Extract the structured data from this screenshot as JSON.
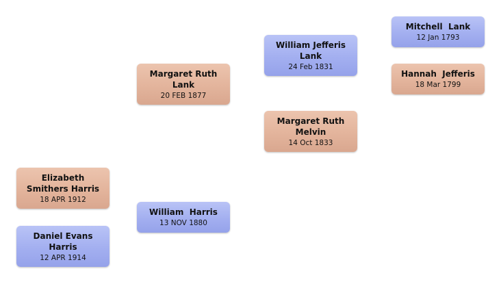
{
  "people": {
    "elizabeth": {
      "name": "Elizabeth Smithers Harris",
      "date": "18 APR 1912"
    },
    "daniel": {
      "name": "Daniel Evans Harris",
      "date": "12 APR 1914"
    },
    "margaret_lank": {
      "name": "Margaret Ruth Lank",
      "date": "20 FEB 1877"
    },
    "william_harris": {
      "name": "William  Harris",
      "date": "13 NOV 1880"
    },
    "william_lank": {
      "name": "William Jefferis Lank",
      "date": "24 Feb 1831"
    },
    "margaret_melvin": {
      "name": "Margaret Ruth Melvin",
      "date": "14 Oct 1833"
    },
    "mitchell": {
      "name": "Mitchell  Lank",
      "date": "12 Jan 1793"
    },
    "hannah": {
      "name": "Hannah  Jefferis",
      "date": "18 Mar 1799"
    }
  },
  "colors": {
    "male": "#a3aff0",
    "female": "#e3b49c"
  }
}
